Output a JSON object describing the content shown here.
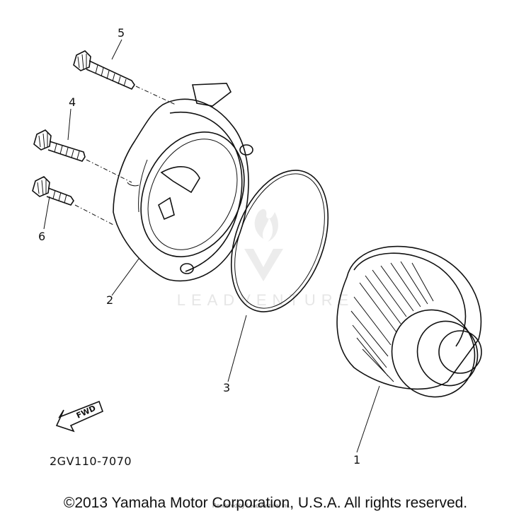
{
  "diagram": {
    "callouts": [
      "5",
      "4",
      "6",
      "2",
      "3",
      "1"
    ],
    "part_code": "2GV110-7070",
    "fwd_label": "FWD",
    "watermark_text": "LEADVENTURE",
    "watermark_small": "Rendered by LeadVenture, Inc."
  },
  "footer": {
    "copyright": "©2013 Yamaha Motor Corporation, U.S.A. All rights reserved."
  }
}
